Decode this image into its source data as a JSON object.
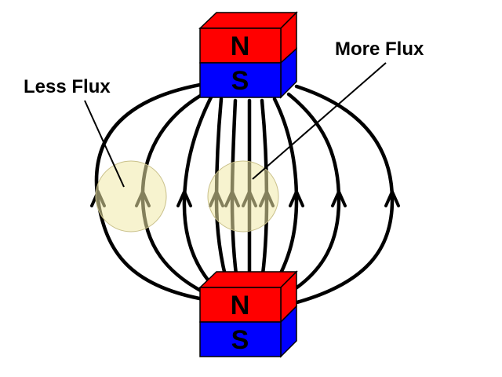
{
  "magnets": {
    "top": {
      "north_label": "N",
      "south_label": "S"
    },
    "bottom": {
      "north_label": "N",
      "south_label": "S"
    }
  },
  "callouts": {
    "less": "Less Flux",
    "more": "More Flux"
  },
  "colors": {
    "north": "#ff0000",
    "south": "#0000ff",
    "field_line": "#000000",
    "flux_region": "#f4eec0"
  },
  "field_line_direction": "upward"
}
